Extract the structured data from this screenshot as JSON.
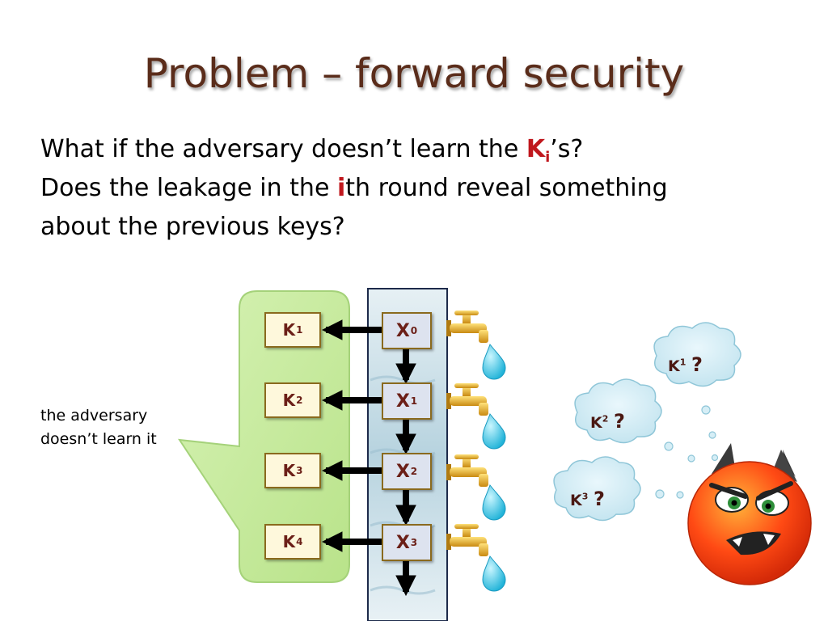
{
  "slide": {
    "title": "Problem – forward security",
    "line1": {
      "pre": "What if the adversary doesn’t learn the ",
      "k": "K",
      "i": "i",
      "post": "’s?"
    },
    "line2": {
      "pre": "Does the leakage in the ",
      "i": "i",
      "post": "th round reveal something"
    },
    "line3": "about the previous keys?",
    "note_line1": "the adversary",
    "note_line2": "doesn’t learn it"
  },
  "diagram": {
    "keys": [
      {
        "base": "K",
        "sup": "1"
      },
      {
        "base": "K",
        "sup": "2"
      },
      {
        "base": "K",
        "sup": "3"
      },
      {
        "base": "K",
        "sup": "4"
      }
    ],
    "states": [
      {
        "base": "X",
        "sup": "0"
      },
      {
        "base": "X",
        "sup": "1"
      },
      {
        "base": "X",
        "sup": "2"
      },
      {
        "base": "X",
        "sup": "3"
      }
    ]
  },
  "thoughts": [
    {
      "base": "K",
      "sup": "1",
      "q": "?"
    },
    {
      "base": "K",
      "sup": "2",
      "q": "?"
    },
    {
      "base": "K",
      "sup": "3",
      "q": "?"
    }
  ],
  "colors": {
    "title": "#5a2c1a",
    "accent": "#c0171d",
    "key_border": "#8a6a1e",
    "speech_fill": "#c8eba0"
  }
}
